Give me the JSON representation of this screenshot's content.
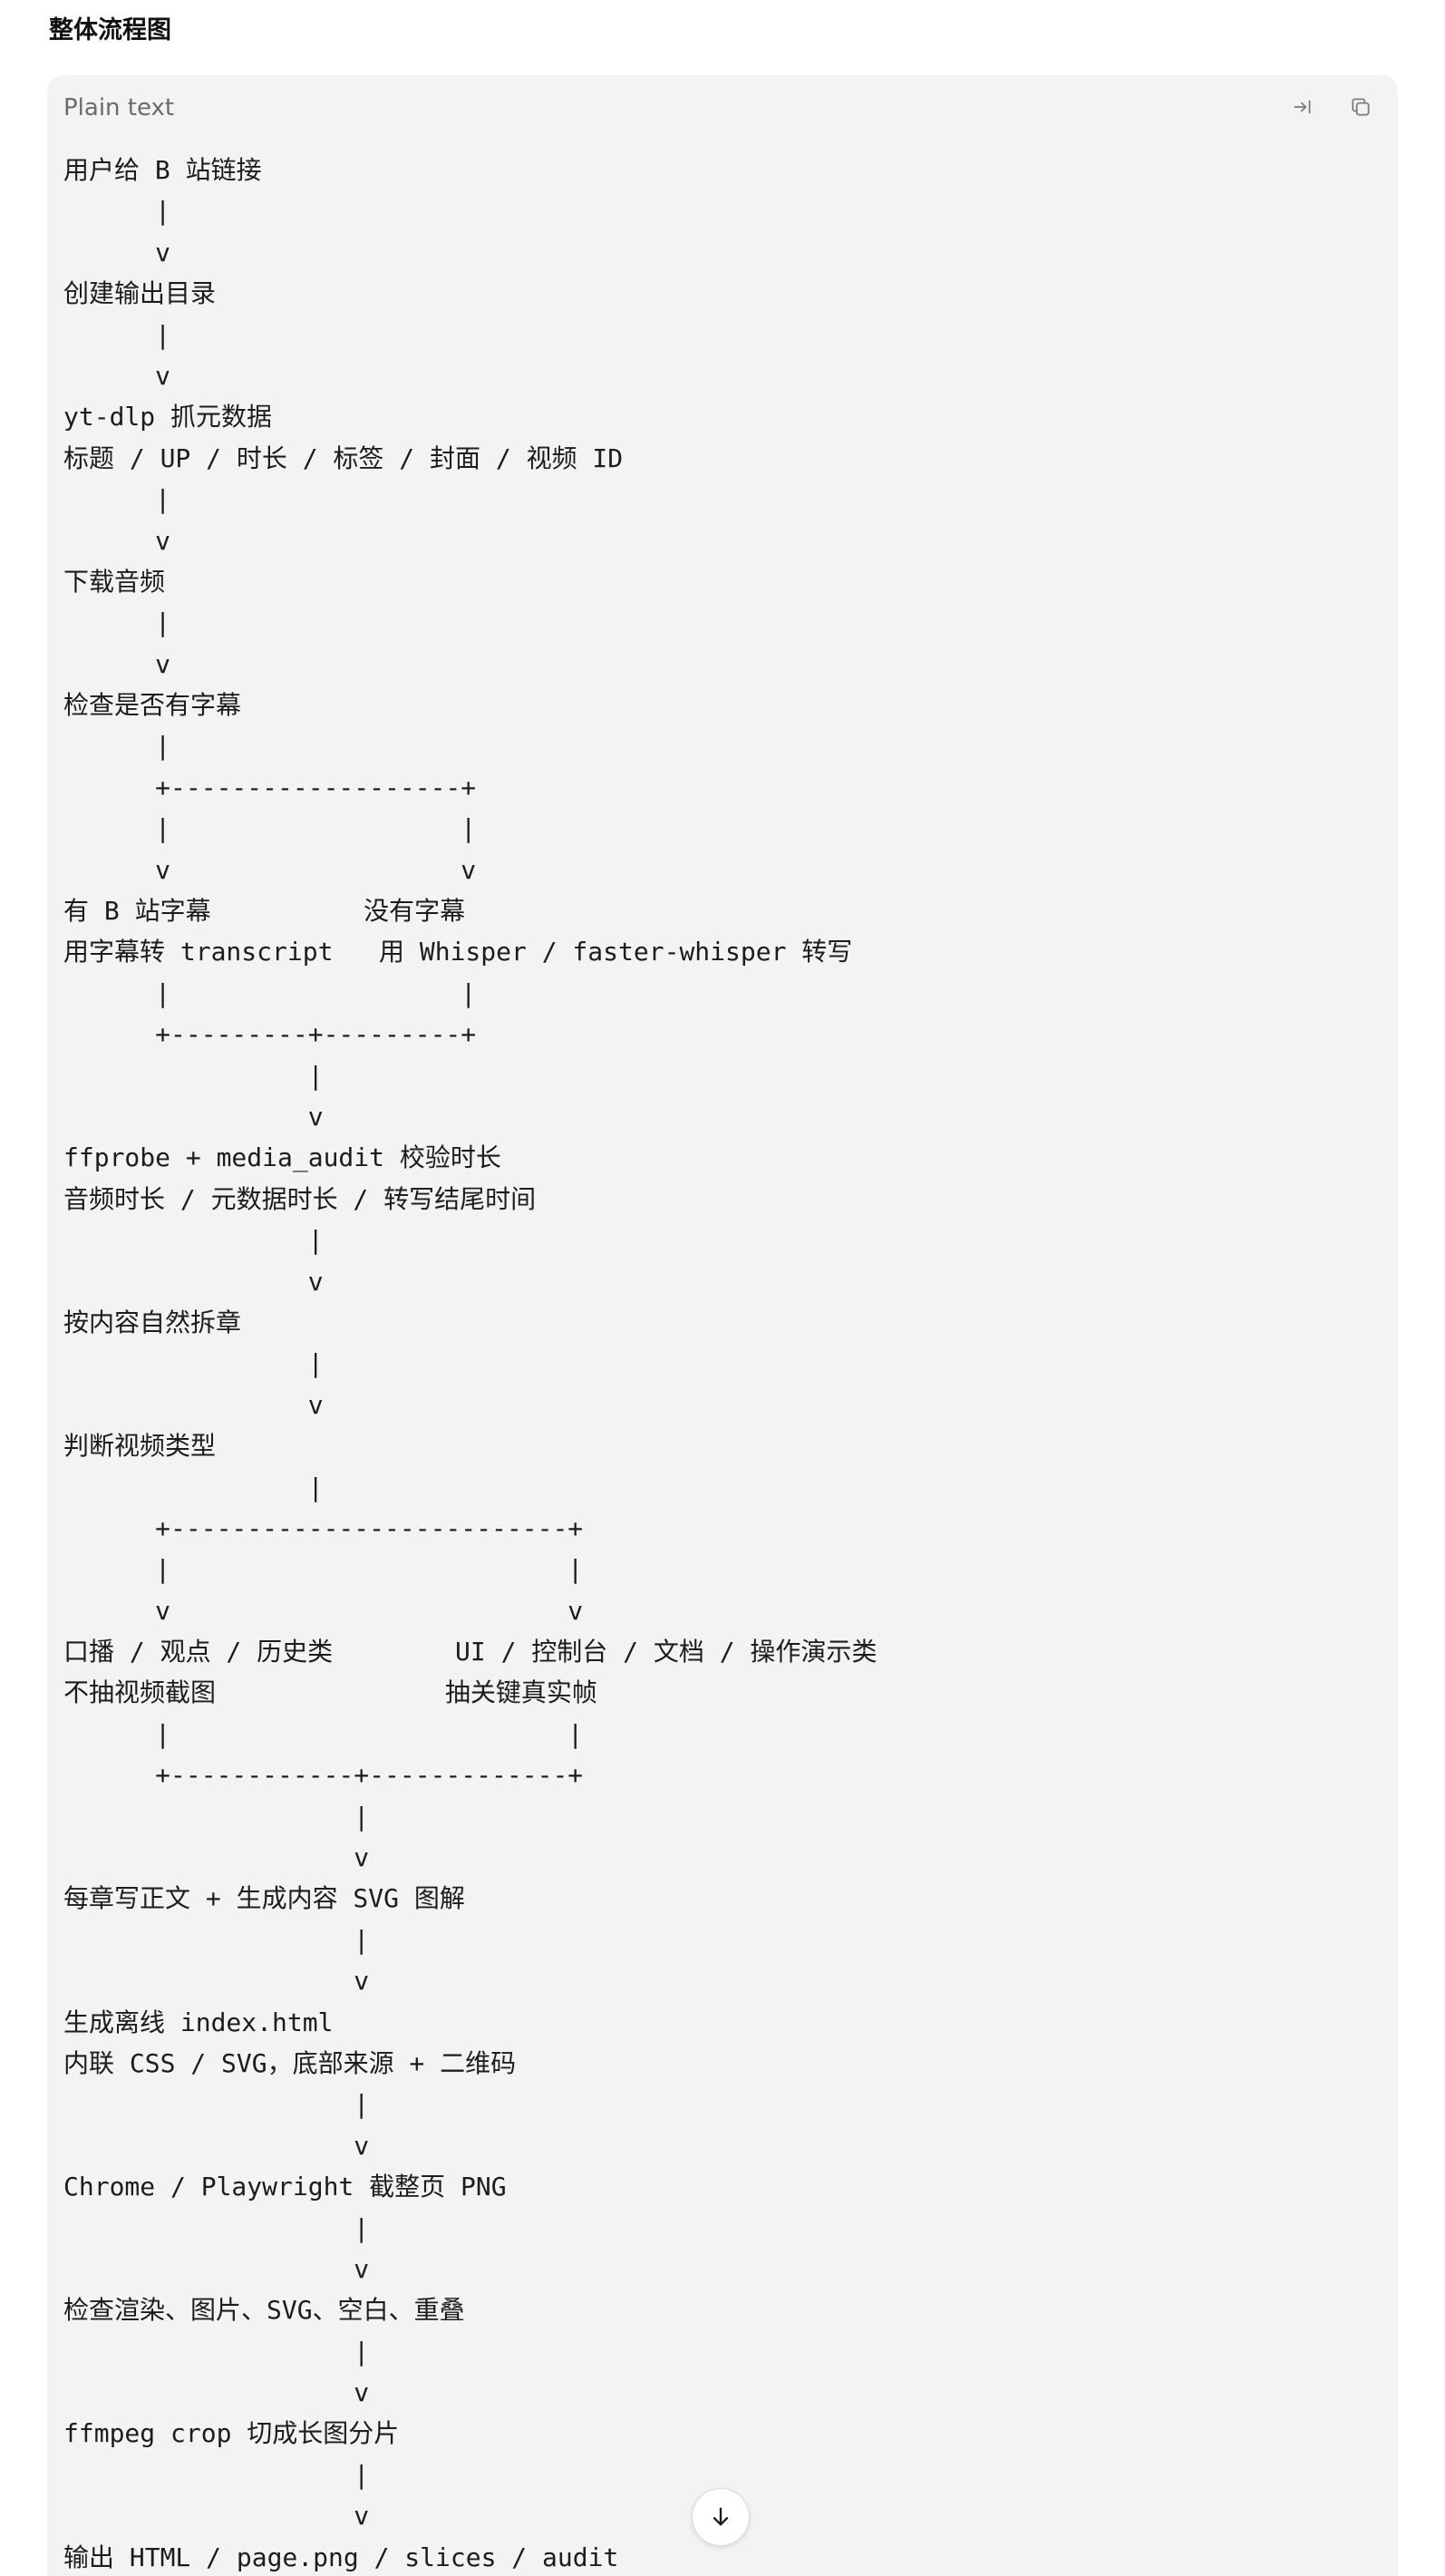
{
  "heading": "整体流程图",
  "code_block": {
    "language_label": "Plain text",
    "icons": {
      "wrap": "wrap-arrow-icon",
      "copy": "copy-icon",
      "scroll_down": "arrow-down-icon"
    },
    "lines": [
      "用户给 B 站链接",
      "      |",
      "      v",
      "创建输出目录",
      "      |",
      "      v",
      "yt-dlp 抓元数据",
      "标题 / UP / 时长 / 标签 / 封面 / 视频 ID",
      "      |",
      "      v",
      "下载音频",
      "      |",
      "      v",
      "检查是否有字幕",
      "      |",
      "      +-------------------+",
      "      |                   |",
      "      v                   v",
      "有 B 站字幕          没有字幕",
      "用字幕转 transcript   用 Whisper / faster-whisper 转写",
      "      |                   |",
      "      +---------+---------+",
      "                |",
      "                v",
      "ffprobe + media_audit 校验时长",
      "音频时长 / 元数据时长 / 转写结尾时间",
      "                |",
      "                v",
      "按内容自然拆章",
      "                |",
      "                v",
      "判断视频类型",
      "                |",
      "      +--------------------------+",
      "      |                          |",
      "      v                          v",
      "口播 / 观点 / 历史类        UI / 控制台 / 文档 / 操作演示类",
      "不抽视频截图               抽关键真实帧",
      "      |                          |",
      "      +------------+-------------+",
      "                   |",
      "                   v",
      "每章写正文 + 生成内容 SVG 图解",
      "                   |",
      "                   v",
      "生成离线 index.html",
      "内联 CSS / SVG，底部来源 + 二维码",
      "                   |",
      "                   v",
      "Chrome / Playwright 截整页 PNG",
      "                   |",
      "                   v",
      "检查渲染、图片、SVG、空白、重叠",
      "                   |",
      "                   v",
      "ffmpeg crop 切成长图分片",
      "                   |",
      "                   v",
      "输出 HTML / page.png / slices / audit"
    ]
  }
}
